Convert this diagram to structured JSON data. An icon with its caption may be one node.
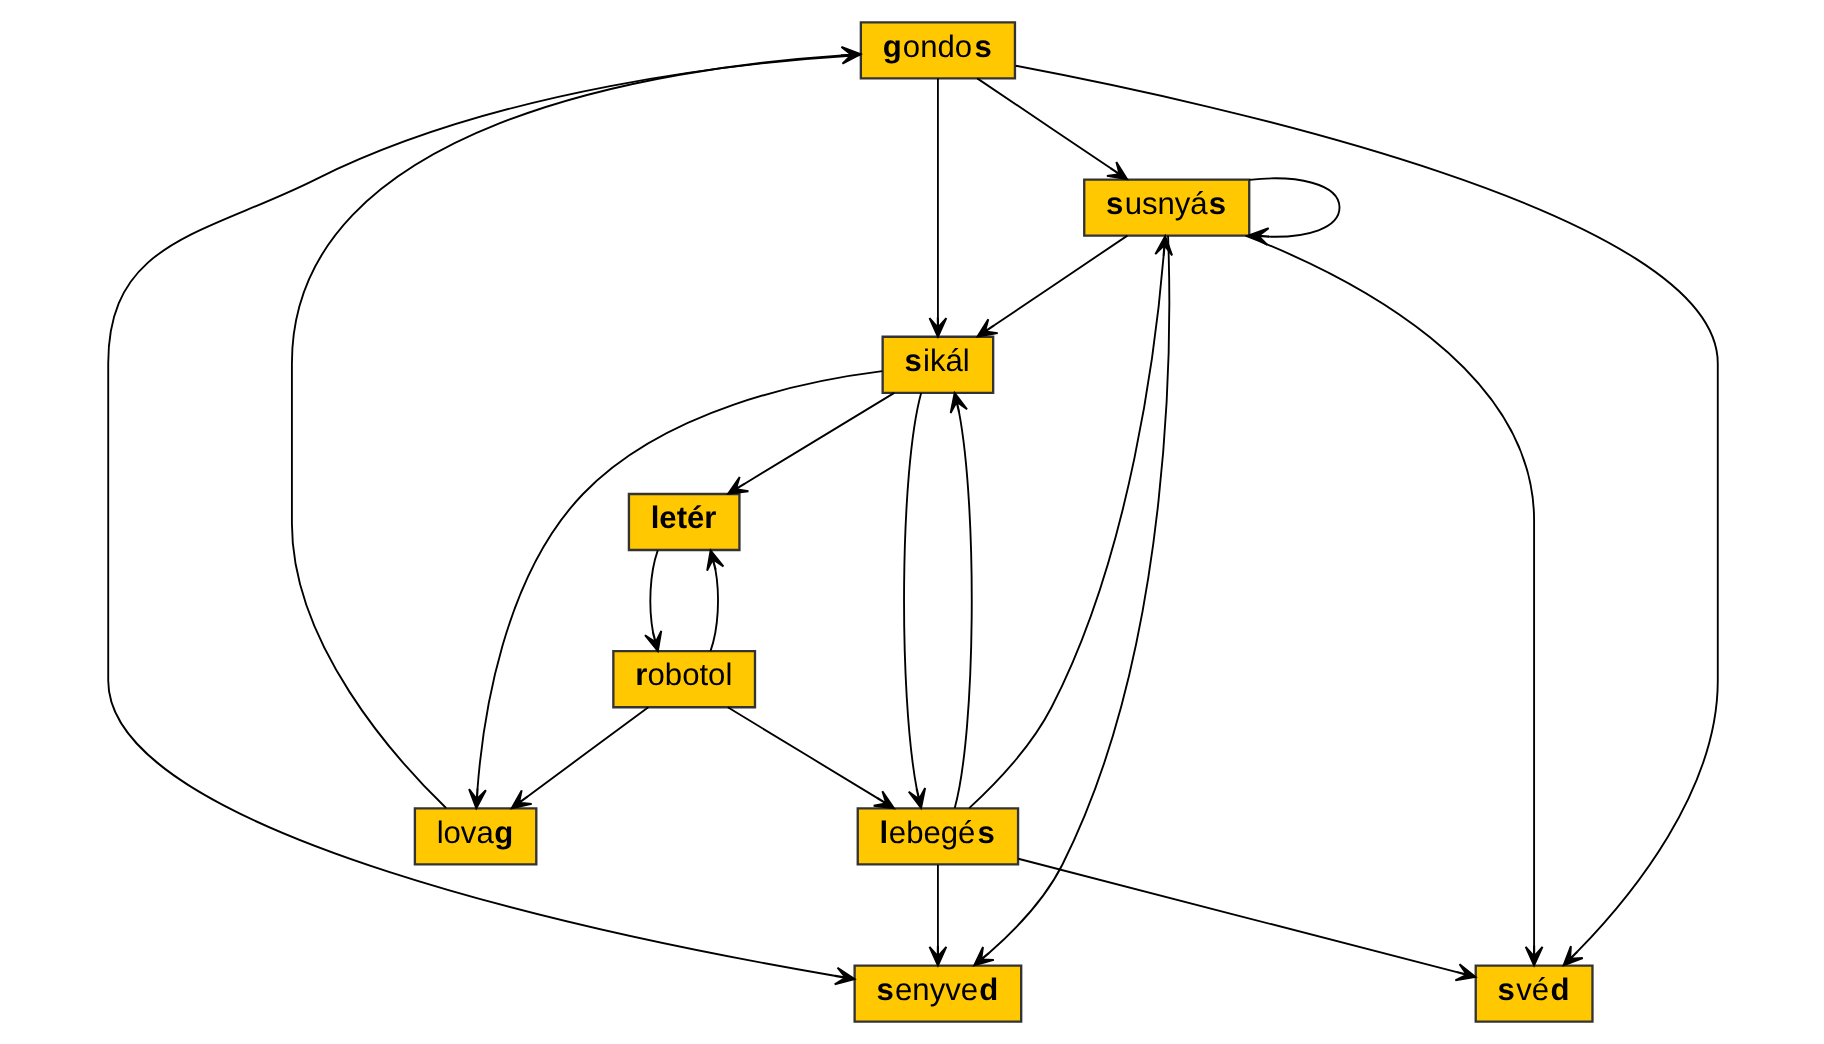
{
  "diagram": {
    "nodes": [
      {
        "text": [
          "**s**enyve**d**"
        ]
      },
      {
        "text": [
          "**g**ondo**s**"
        ]
      },
      {
        "text": [
          "lova**g**"
        ]
      },
      {
        "text": [
          "**s**vé**d**"
        ]
      },
      {
        "text": [
          "**r**obotol"
        ]
      },
      {
        "text": [
          "**l**ebegé**s**"
        ]
      },
      {
        "text": [
          "**s**usnyá**s**"
        ]
      },
      {
        "text": [
          "**s**ikál"
        ]
      },
      {
        "text": [
          "letér"
        ]
      }
    ],
    "edges": [
      {
        "from": 1,
        "to": 0,
        "arrow": "to"
      },
      {
        "from": 2,
        "to": 1,
        "arrow": "to"
      },
      {
        "from": 1,
        "to": 3,
        "arrow": "to"
      },
      {
        "from": 1,
        "to": 6,
        "arrow": "to"
      },
      {
        "from": 1,
        "to": 7,
        "arrow": "to"
      },
      {
        "from": 5,
        "to": 0,
        "arrow": "to"
      },
      {
        "from": 5,
        "to": 3,
        "arrow": "to"
      },
      {
        "from": 5,
        "to": 6,
        "arrow": "to"
      },
      {
        "from": 5,
        "to": 7,
        "arrow": "to"
      },
      {
        "from": 7,
        "to": 5,
        "arrow": "to"
      },
      {
        "from": 4,
        "to": 5,
        "arrow": "to"
      },
      {
        "from": 4,
        "to": 2,
        "arrow": "to"
      },
      {
        "from": 4,
        "to": 8,
        "arrow": "to"
      },
      {
        "from": 8,
        "to": 4,
        "arrow": "to"
      },
      {
        "from": 7,
        "to": 2,
        "arrow": "to"
      },
      {
        "from": 7,
        "to": 8,
        "arrow": "to"
      },
      {
        "from": 6,
        "to": 0,
        "arrow": "to"
      },
      {
        "from": 6,
        "to": 3,
        "arrow": "to"
      },
      {
        "from": 6,
        "to": 7,
        "arrow": "to"
      },
      {
        "from": 6,
        "to": 6,
        "arrow": "to"
      }
    ]
  }
}
